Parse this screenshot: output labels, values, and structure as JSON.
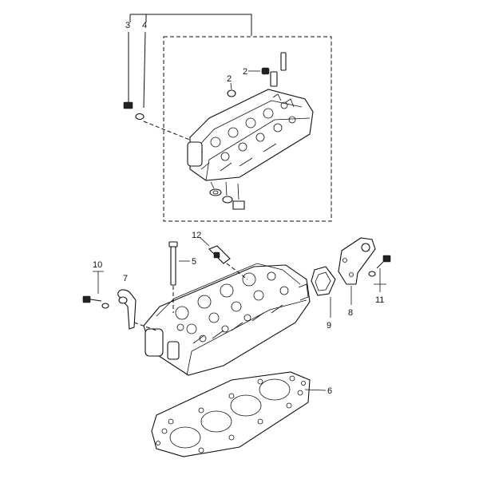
{
  "diagram": {
    "callouts": {
      "c1": "2",
      "c2": "2",
      "c3": "3",
      "c4": "4",
      "c5": "5",
      "c6": "6",
      "c7": "7",
      "c8": "8",
      "c9": "9",
      "c10": "10",
      "c11": "11",
      "c12": "12"
    }
  }
}
